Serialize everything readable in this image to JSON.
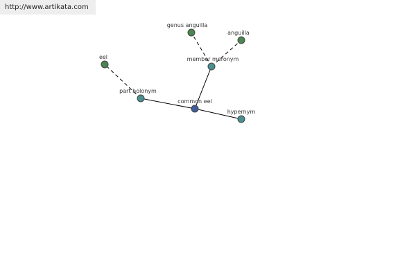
{
  "header": {
    "url": "http://www.artikata.com"
  },
  "graph": {
    "colors": {
      "center": "#3f5d9a",
      "relation": "#4a9090",
      "leaf": "#4a8650"
    },
    "nodes": {
      "common_eel": "common eel",
      "member_meronym": "member meronym",
      "part_holonym": "part holonym",
      "hypernym": "hypernym",
      "genus_anguilla": "genus anguilla",
      "anguilla": "anguilla",
      "eel": "eel"
    }
  }
}
